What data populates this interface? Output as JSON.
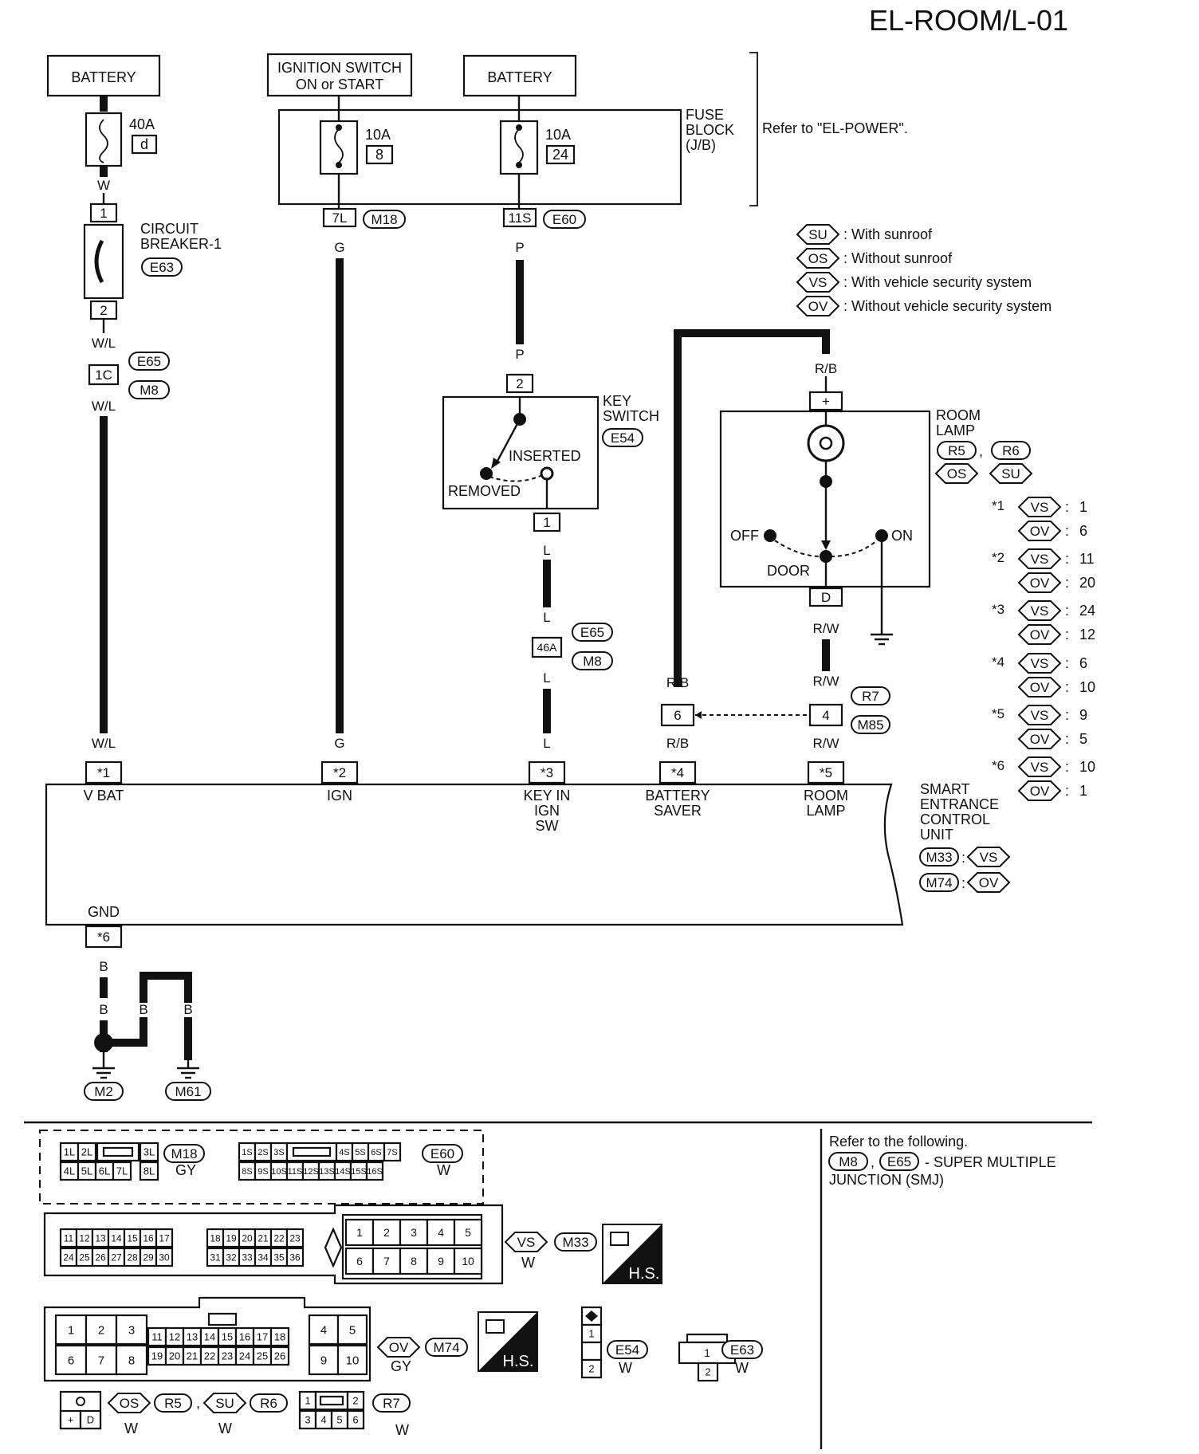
{
  "page_code": "EL-ROOM/L-01",
  "power": {
    "battery_left": "BATTERY",
    "battery_right": "BATTERY",
    "ignition_line1": "IGNITION SWITCH",
    "ignition_line2": "ON or START",
    "fuse_40a": "40A",
    "fuse_40a_id": "d",
    "fuse_10a_a": "10A",
    "fuse_10a_a_id": "8",
    "fuse_10a_b": "10A",
    "fuse_10a_b_id": "24",
    "fuse_block_l1": "FUSE",
    "fuse_block_l2": "BLOCK",
    "fuse_block_l3": "(J/B)",
    "refer": "Refer to \"EL-POWER\"."
  },
  "legend": [
    {
      "code": "SU",
      "text": ": With sunroof"
    },
    {
      "code": "OS",
      "text": ": Without sunroof"
    },
    {
      "code": "VS",
      "text": ": With vehicle security system"
    },
    {
      "code": "OV",
      "text": ": Without vehicle security system"
    }
  ],
  "circuit_breaker": {
    "l1": "CIRCUIT",
    "l2": "BREAKER-1",
    "conn": "E63",
    "pin1": "1",
    "pin2": "2"
  },
  "connectors": {
    "c7l": "7L",
    "m18": "M18",
    "c11s": "11S",
    "e60": "E60",
    "c1c": "1C",
    "e65_a": "E65",
    "m8_a": "M8",
    "c46a": "46A",
    "e65_b": "E65",
    "m8_b": "M8",
    "key_pin2": "2",
    "key_pin1": "1",
    "room_plus": "+",
    "room_d": "D",
    "c6": "6",
    "c4": "4",
    "r7": "R7",
    "m85": "M85"
  },
  "wires": {
    "w": "W",
    "wl1": "W/L",
    "wl2": "W/L",
    "wl3": "W/L",
    "g1": "G",
    "g2": "G",
    "p1": "P",
    "p2": "P",
    "l1": "L",
    "l2": "L",
    "l3": "L",
    "l4": "L",
    "rb1": "R/B",
    "rb2": "R/B",
    "rb3": "R/B",
    "rw1": "R/W",
    "rw2": "R/W",
    "rw3": "R/W",
    "b1": "B",
    "b2": "B",
    "b3": "B",
    "b4": "B"
  },
  "key_switch": {
    "l1": "KEY",
    "l2": "SWITCH",
    "conn": "E54",
    "inserted": "INSERTED",
    "removed": "REMOVED"
  },
  "room_lamp": {
    "l1": "ROOM",
    "l2": "LAMP",
    "r5": "R5",
    "r6": "R6",
    "os": "OS",
    "su": "SU",
    "off": "OFF",
    "on": "ON",
    "door": "DOOR"
  },
  "pin_notes": [
    {
      "mark": "*1",
      "vs": "1",
      "ov": "6"
    },
    {
      "mark": "*2",
      "vs": "11",
      "ov": "20"
    },
    {
      "mark": "*3",
      "vs": "24",
      "ov": "12"
    },
    {
      "mark": "*4",
      "vs": "6",
      "ov": "10"
    },
    {
      "mark": "*5",
      "vs": "9",
      "ov": "5"
    },
    {
      "mark": "*6",
      "vs": "10",
      "ov": "1"
    }
  ],
  "unit": {
    "pins": [
      {
        "mark": "*1",
        "name": "V BAT"
      },
      {
        "mark": "*2",
        "name": "IGN"
      },
      {
        "mark": "*3",
        "name": "KEY IN\nIGN\nSW"
      },
      {
        "mark": "*4",
        "name": "BATTERY\nSAVER"
      },
      {
        "mark": "*5",
        "name": "ROOM\nLAMP"
      }
    ],
    "gnd_mark": "*6",
    "gnd": "GND",
    "l1": "SMART",
    "l2": "ENTRANCE",
    "l3": "CONTROL",
    "l4": "UNIT",
    "m33": "M33",
    "m74": "M74",
    "vs": "VS",
    "ov": "OV"
  },
  "grounds": {
    "m2": "M2",
    "m61": "M61"
  },
  "bottom_refer": {
    "l1": "Refer to the following.",
    "m8": "M8",
    "e65": "E65",
    "l2": "- SUPER MULTIPLE",
    "l3": "JUNCTION (SMJ)"
  },
  "conn_faces": {
    "m18_top": [
      "1L",
      "2L",
      "3L"
    ],
    "m18_bot": [
      "4L",
      "5L",
      "6L",
      "7L",
      "8L"
    ],
    "m18_id": "M18",
    "m18_color": "GY",
    "e60_top": [
      "1S",
      "2S",
      "3S",
      "4S",
      "5S",
      "6S",
      "7S"
    ],
    "e60_bot": [
      "8S",
      "9S",
      "10S",
      "11S",
      "12S",
      "13S",
      "14S",
      "15S",
      "16S"
    ],
    "e60_id": "E60",
    "e60_color": "W",
    "m33_top": [
      "11",
      "12",
      "13",
      "14",
      "15",
      "16",
      "17",
      "18",
      "19",
      "20",
      "21",
      "22",
      "23"
    ],
    "m33_bot": [
      "24",
      "25",
      "26",
      "27",
      "28",
      "29",
      "30",
      "31",
      "32",
      "33",
      "34",
      "35",
      "36"
    ],
    "m33_r_top": [
      "1",
      "2",
      "3",
      "4",
      "5"
    ],
    "m33_r_bot": [
      "6",
      "7",
      "8",
      "9",
      "10"
    ],
    "m33_vs": "VS",
    "m33_id": "M33",
    "m33_color": "W",
    "m74_l_top": [
      "1",
      "2",
      "3"
    ],
    "m74_l_bot": [
      "6",
      "7",
      "8"
    ],
    "m74_m_top": [
      "11",
      "12",
      "13",
      "14",
      "15",
      "16",
      "17",
      "18"
    ],
    "m74_m_bot": [
      "19",
      "20",
      "21",
      "22",
      "23",
      "24",
      "25",
      "26"
    ],
    "m74_r_top": [
      "4",
      "5"
    ],
    "m74_r_bot": [
      "9",
      "10"
    ],
    "m74_ov": "OV",
    "m74_id": "M74",
    "m74_color": "GY",
    "hs": "H.S.",
    "e54_pins": [
      "1",
      "2"
    ],
    "e54_id": "E54",
    "e54_color": "W",
    "e63_pins": [
      "1",
      "2"
    ],
    "e63_id": "E63",
    "e63_color": "W",
    "r5_pins": [
      "+",
      "D"
    ],
    "os": "OS",
    "r5_id": "R5",
    "su": "SU",
    "r6_id": "R6",
    "r56_color1": "W",
    "r56_color2": "W",
    "r7_top": [
      "1",
      "2"
    ],
    "r7_bot": [
      "3",
      "4",
      "5",
      "6"
    ],
    "r7_id": "R7",
    "r7_color": "W"
  }
}
